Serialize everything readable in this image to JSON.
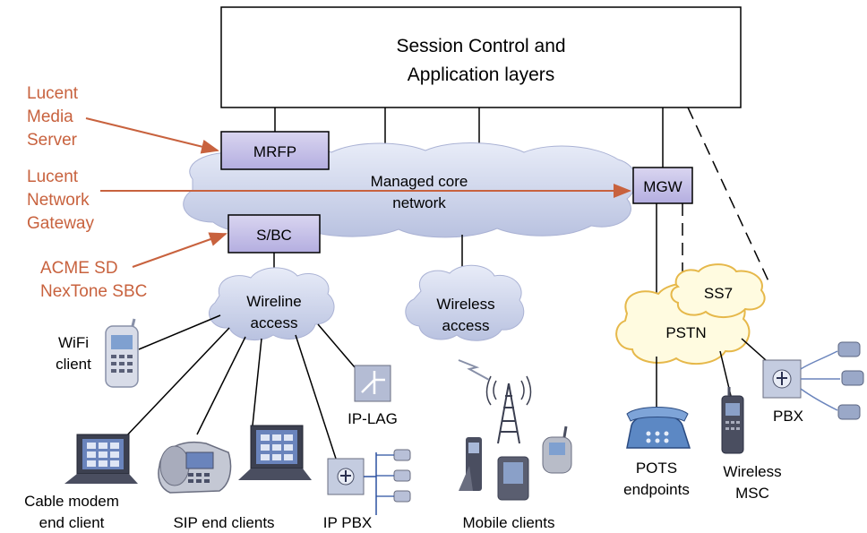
{
  "colors": {
    "vendor_text": "#c8623e",
    "box_fill": "#c9c4e8",
    "cloud_blue": "#d2d8ee",
    "cloud_yellow": "#fffbe0",
    "cloud_yellow_edge": "#e6b84a",
    "line": "#000000"
  },
  "top_box": {
    "line1": "Session Control and",
    "line2": "Application layers"
  },
  "core": {
    "line1": "Managed core",
    "line2": "network"
  },
  "boxes": {
    "mrfp": "MRFP",
    "sbc": "S/BC",
    "mgw": "MGW"
  },
  "vendors": {
    "media_server": [
      "Lucent",
      "Media",
      "Server"
    ],
    "network_gateway": [
      "Lucent",
      "Network",
      "Gateway"
    ],
    "sbc": [
      "ACME SD",
      "NexTone SBC"
    ]
  },
  "clouds": {
    "wireline": [
      "Wireline",
      "access"
    ],
    "wireless": [
      "Wireless",
      "access"
    ],
    "pstn": [
      "PSTN"
    ],
    "ss7": [
      "SS7"
    ]
  },
  "devices": {
    "wifi": [
      "WiFi",
      "client"
    ],
    "cable_modem": [
      "Cable modem",
      "end client"
    ],
    "sip": [
      "SIP end clients"
    ],
    "ip_pbx": [
      "IP PBX"
    ],
    "ip_lag": [
      "IP-LAG"
    ],
    "mobile": [
      "Mobile clients"
    ],
    "pots": [
      "POTS",
      "endpoints"
    ],
    "wireless_msc": [
      "Wireless",
      "MSC"
    ],
    "pbx": [
      "PBX"
    ]
  },
  "icons": [
    "pda-icon",
    "laptop-icon",
    "ip-phone-icon",
    "pbx-icon",
    "lag-icon",
    "radio-tower-icon",
    "mobile-phone-icon",
    "telephone-icon",
    "antenna-icon"
  ]
}
